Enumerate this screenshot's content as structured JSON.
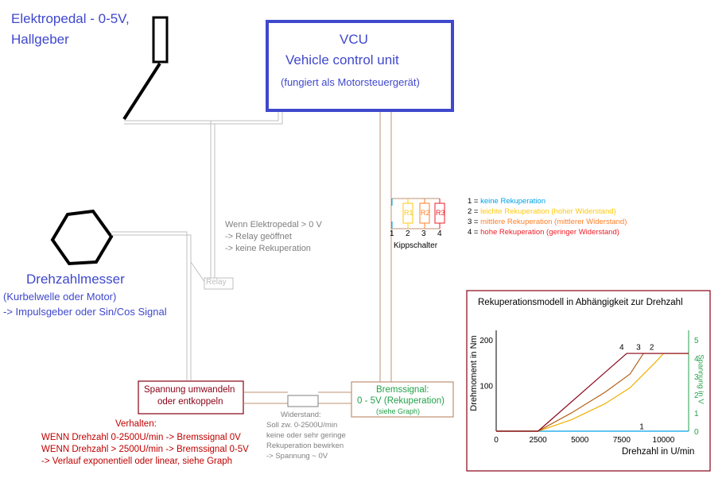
{
  "pedal": {
    "title_line1": "Elektropedal - 0-5V,",
    "title_line2": "Hallgeber"
  },
  "vcu": {
    "line1": "VCU",
    "line2": "Vehicle control unit",
    "line3": "(fungiert als Motorsteuergerät)"
  },
  "relay": {
    "box_label": "Relay",
    "note": [
      "Wenn Elektropedal > 0 V",
      "-> Relay geöffnet",
      " -> keine Rekuperation"
    ]
  },
  "switch": {
    "resistors": [
      "R1",
      "R2",
      "R3"
    ],
    "positions": [
      "1",
      "2",
      "3",
      "4"
    ],
    "label": "Kippschalter",
    "legend": [
      {
        "num": "1 = ",
        "text": "keine Rekuperation",
        "color": "#00a2e8"
      },
      {
        "num": "2 = ",
        "text": "leichte Rekuperation (hoher Widerstand)",
        "color": "#ffc90e"
      },
      {
        "num": "3 = ",
        "text": "mittlere Rekuperation (mittlerer Widerstand)",
        "color": "#ff7f27"
      },
      {
        "num": "4 = ",
        "text": "hohe Rekuperation (geringer Widerstand)",
        "color": "#ed1c24"
      }
    ]
  },
  "tacho": {
    "title": "Drehzahlmesser",
    "sub1": "(Kurbelwelle oder Motor)",
    "sub2": "-> Impulsgeber oder Sin/Cos Signal"
  },
  "converter": {
    "line1": "Spannung umwandeln",
    "line2": "oder entkoppeln"
  },
  "resistor_note": [
    "Widerstand:",
    "Soll zw. 0-2500U/min",
    "keine oder sehr geringe",
    "Rekuperation bewirken",
    "-> Spannung ~ 0V"
  ],
  "brake_signal": {
    "line1": "Bremssignal:",
    "line2": "0 - 5V (Rekuperation)",
    "line3": "(siehe Graph)"
  },
  "behavior": {
    "title": "Verhalten:",
    "lines": [
      "WENN Drehzahl 0-2500U/min -> Bremssignal 0V",
      "WENN Drehzahl > 2500U/min -> Bremssignal 0-5V",
      "-> Verlauf exponentiell oder linear, siehe Graph"
    ]
  },
  "colors": {
    "blue": "#3f48cc",
    "brown": "#c09070",
    "gray": "#bfbfbf",
    "darkred": "#880015",
    "green": "#22a14a",
    "curve_high": "#880015",
    "curve_mid": "#b5621a",
    "curve_low": "#f0b000",
    "curve_none": "#00a2e8"
  },
  "chart_data": {
    "type": "line",
    "title": "Rekuperationsmodell in Abhängigkeit zur Drehzahl",
    "xlabel": "Drehzahl in U/min",
    "ylabel": "Drehmoment in Nm",
    "y2label": "Spannung in V",
    "xlim": [
      0,
      11500
    ],
    "ylim": [
      0,
      210
    ],
    "y2lim": [
      0,
      5.25
    ],
    "x_ticks": [
      "0",
      "2500",
      "5000",
      "7500",
      "10000"
    ],
    "x_tick_values": [
      0,
      2500,
      5000,
      7500,
      10000
    ],
    "y_ticks": [
      "100",
      "200"
    ],
    "y_tick_values": [
      100,
      200
    ],
    "y2_ticks": [
      "0",
      "1",
      "2",
      "3",
      "4",
      "5"
    ],
    "y2_tick_values": [
      0,
      1,
      2,
      3,
      4,
      5
    ],
    "grid": false,
    "series": [
      {
        "name": "1",
        "x": [
          0,
          8000,
          11500
        ],
        "y": [
          0,
          0,
          0
        ]
      },
      {
        "name": "2",
        "x": [
          0,
          2500,
          4500,
          6500,
          8000,
          9500,
          10000,
          11500
        ],
        "y": [
          0,
          0,
          25,
          60,
          95,
          150,
          170,
          170
        ]
      },
      {
        "name": "3",
        "x": [
          0,
          2500,
          4500,
          6500,
          8000,
          8800,
          11500
        ],
        "y": [
          0,
          0,
          40,
          85,
          125,
          170,
          170
        ]
      },
      {
        "name": "4",
        "x": [
          0,
          2500,
          7800,
          11500
        ],
        "y": [
          0,
          0,
          170,
          170
        ]
      }
    ]
  }
}
